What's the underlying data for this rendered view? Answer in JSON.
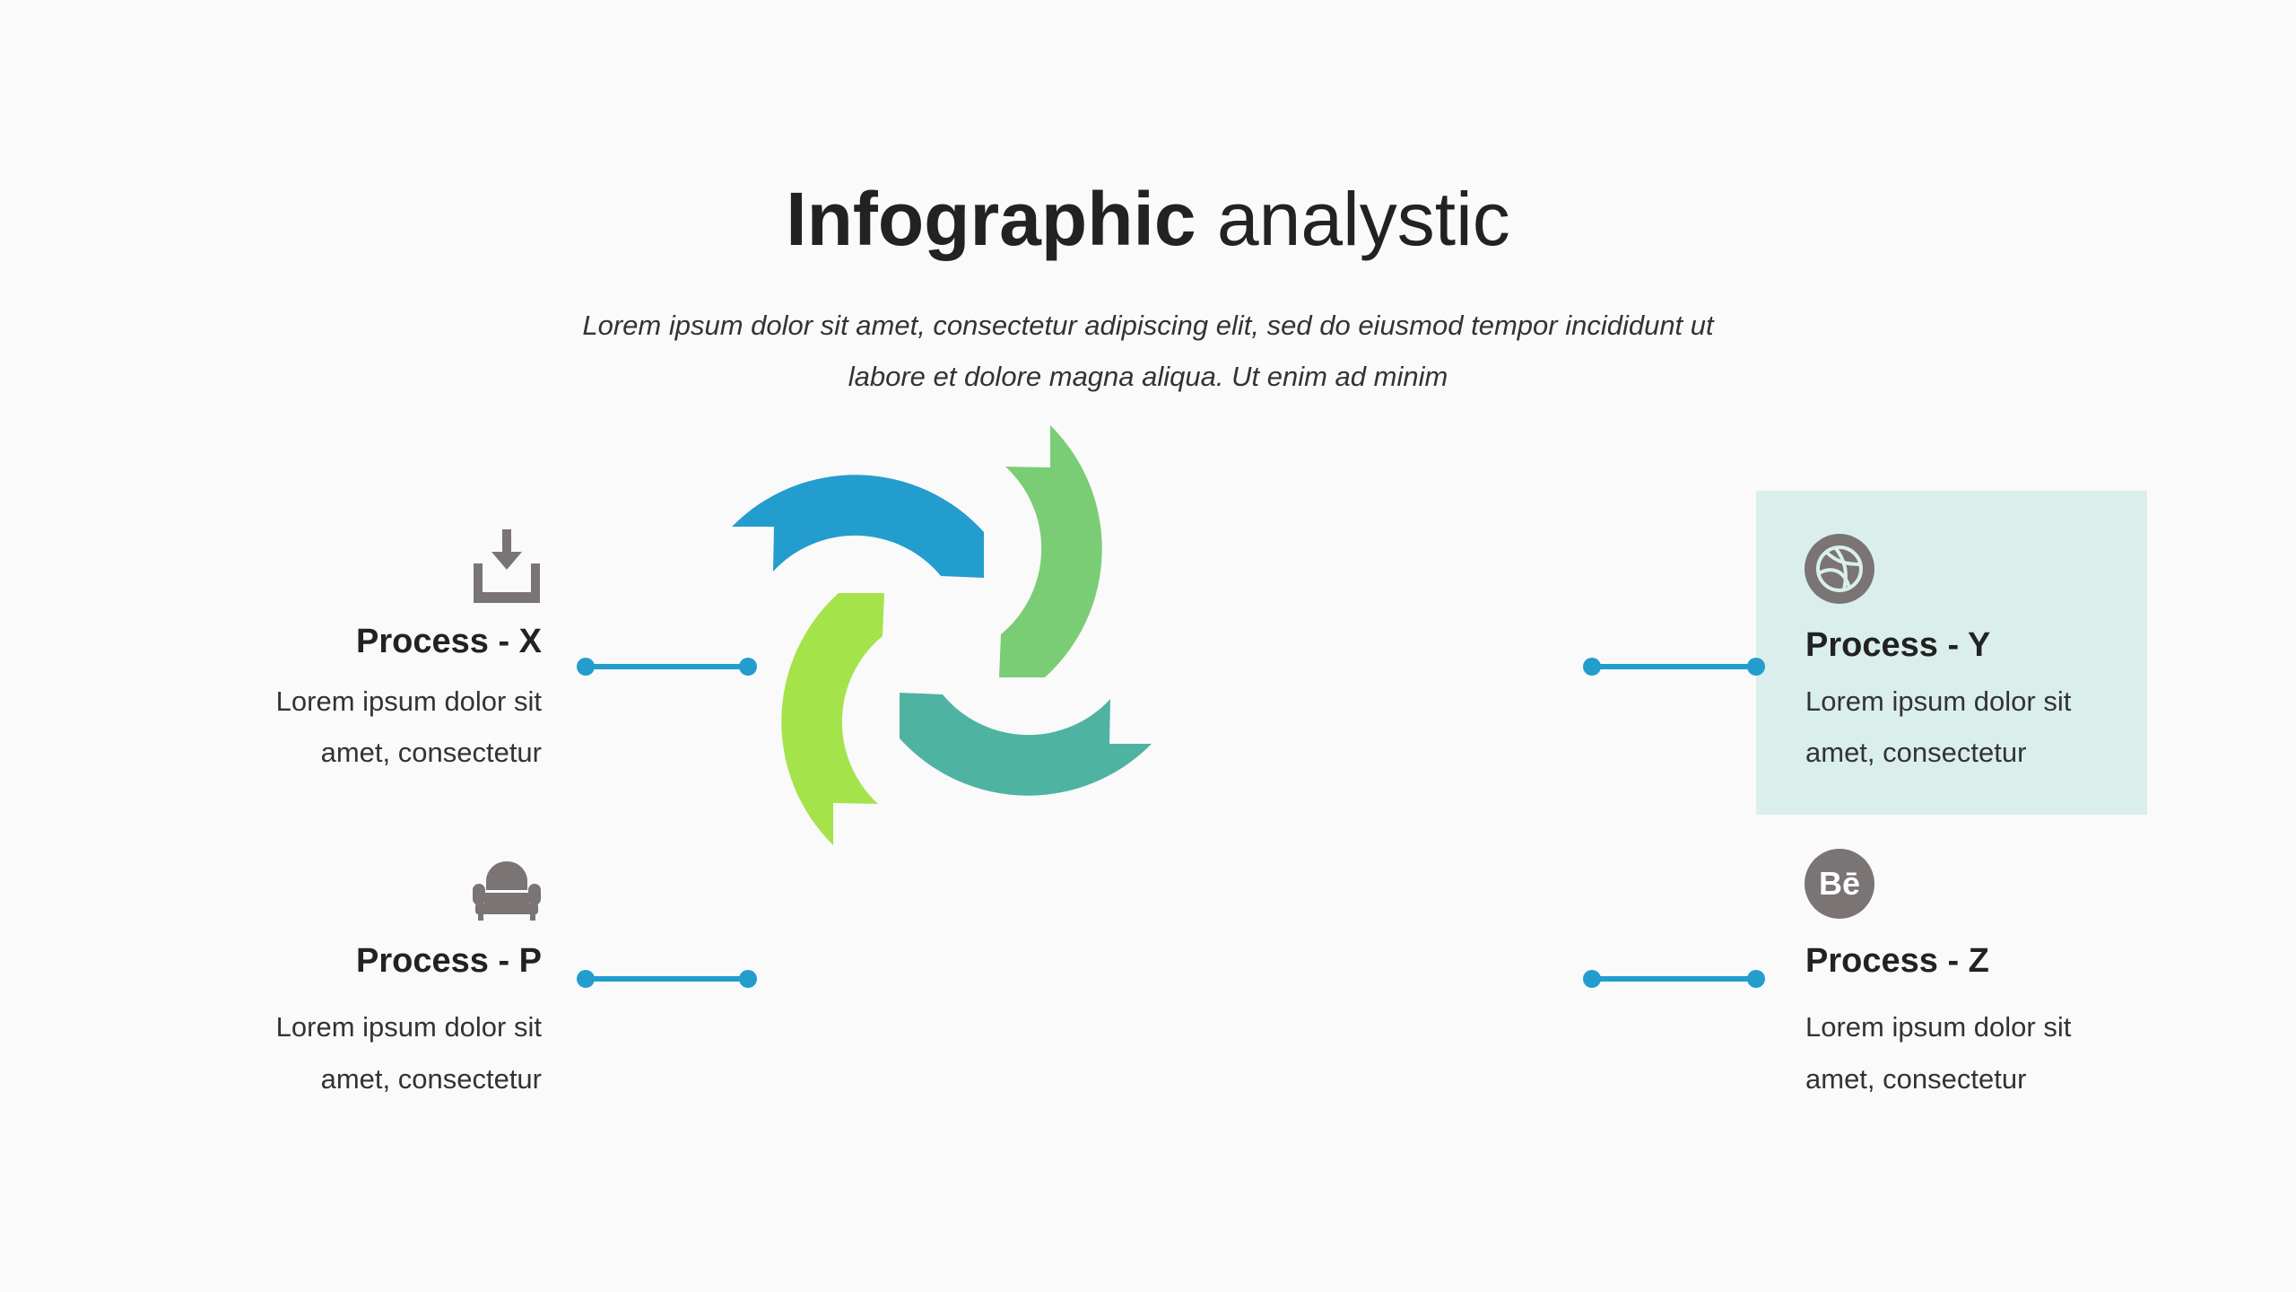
{
  "header": {
    "title_bold": "Infographic",
    "title_light": "analystic",
    "subtitle_line1": "Lorem ipsum dolor sit amet, consectetur adipiscing elit, sed do eiusmod tempor incididunt ut",
    "subtitle_line2": "labore et dolore magna aliqua. Ut enim ad minim"
  },
  "processes": [
    {
      "title": "Process - X",
      "desc1": "Lorem ipsum dolor sit",
      "desc2": "amet, consectetur",
      "icon": "download-tray-icon"
    },
    {
      "title": "Process - P",
      "desc1": "Lorem ipsum dolor sit",
      "desc2": "amet, consectetur",
      "icon": "armchair-icon"
    },
    {
      "title": "Process - Y",
      "desc1": "Lorem ipsum dolor sit",
      "desc2": "amet, consectetur",
      "icon": "dribbble-icon",
      "highlight": "#daefec"
    },
    {
      "title": "Process - Z",
      "desc1": "Lorem ipsum dolor sit",
      "desc2": "amet, consectetur",
      "icon": "behance-icon",
      "icon_text": "Bē"
    }
  ],
  "colors": {
    "blue": "#239dcd",
    "green": "#7bcd75",
    "teal": "#4fb3a2",
    "lime": "#a5e34b",
    "connector": "#239dcd",
    "icon": "#7a7474"
  }
}
